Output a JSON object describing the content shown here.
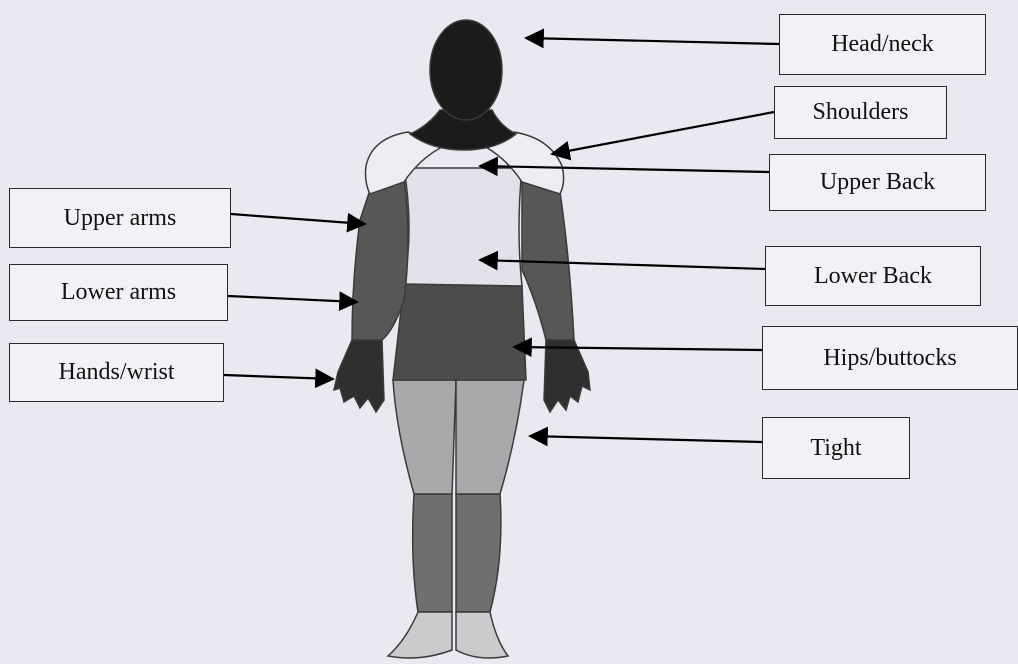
{
  "labels": {
    "head_neck": "Head/neck",
    "shoulders": "Shoulders",
    "upper_back": "Upper Back",
    "lower_back": "Lower Back",
    "hips_buttocks": "Hips/buttocks",
    "tight": "Tight",
    "upper_arms": "Upper arms",
    "lower_arms": "Lower arms",
    "hands_wrist": "Hands/wrist"
  },
  "colors": {
    "background": "#e9e9f1",
    "head_neck": "#1b1b1b",
    "shoulders": "#ededf2",
    "back": "#e1e1ea",
    "hips": "#4c4c4c",
    "arms": "#575757",
    "hands": "#2f2f2f",
    "thighs": "#a9a9ab",
    "lower_legs": "#6f6f70",
    "feet": "#cbcbcd"
  }
}
